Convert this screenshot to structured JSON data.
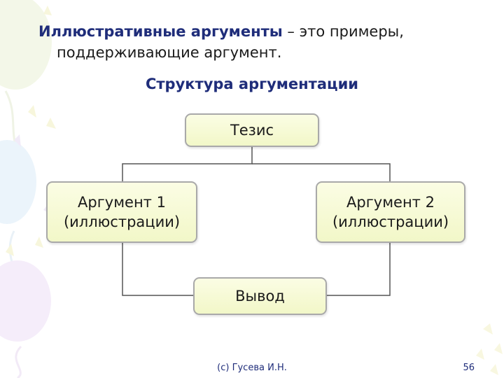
{
  "heading": {
    "term": "Иллюстративные аргументы",
    "rest": " – это примеры,",
    "line2": "поддерживающие аргумент."
  },
  "subheading": "Структура аргументации",
  "diagram": {
    "thesis": "Тезис",
    "argument1": {
      "line1": "Аргумент 1",
      "line2": "(иллюстрации)"
    },
    "argument2": {
      "line1": "Аргумент 2",
      "line2": "(иллюстрации)"
    },
    "conclusion": "Вывод"
  },
  "footer": {
    "author": "(c) Гусева И.Н.",
    "page": "56"
  },
  "colors": {
    "accent": "#1f2d7a",
    "box_fill": "#f4f8d2",
    "box_border": "#a9a9a9"
  }
}
